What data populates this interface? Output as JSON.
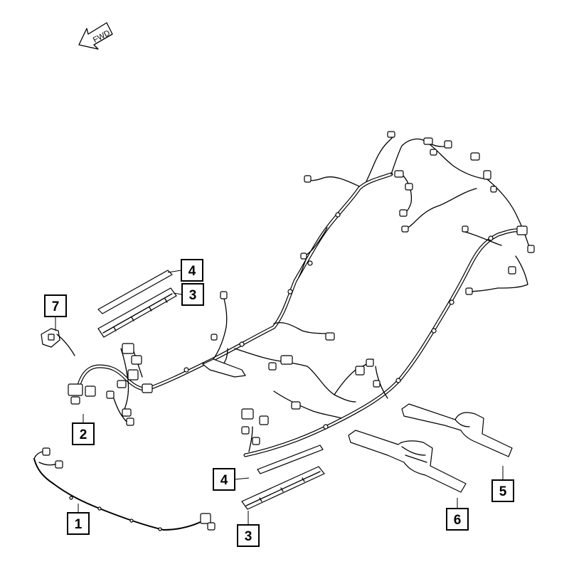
{
  "fwd_indicator": {
    "label": "FWD"
  },
  "callouts": [
    {
      "id": "callout-1",
      "number": "1"
    },
    {
      "id": "callout-2",
      "number": "2"
    },
    {
      "id": "callout-3-upper",
      "number": "3"
    },
    {
      "id": "callout-3-lower",
      "number": "3"
    },
    {
      "id": "callout-4-upper",
      "number": "4"
    },
    {
      "id": "callout-4-lower",
      "number": "4"
    },
    {
      "id": "callout-5",
      "number": "5"
    },
    {
      "id": "callout-6",
      "number": "6"
    },
    {
      "id": "callout-7",
      "number": "7"
    }
  ]
}
